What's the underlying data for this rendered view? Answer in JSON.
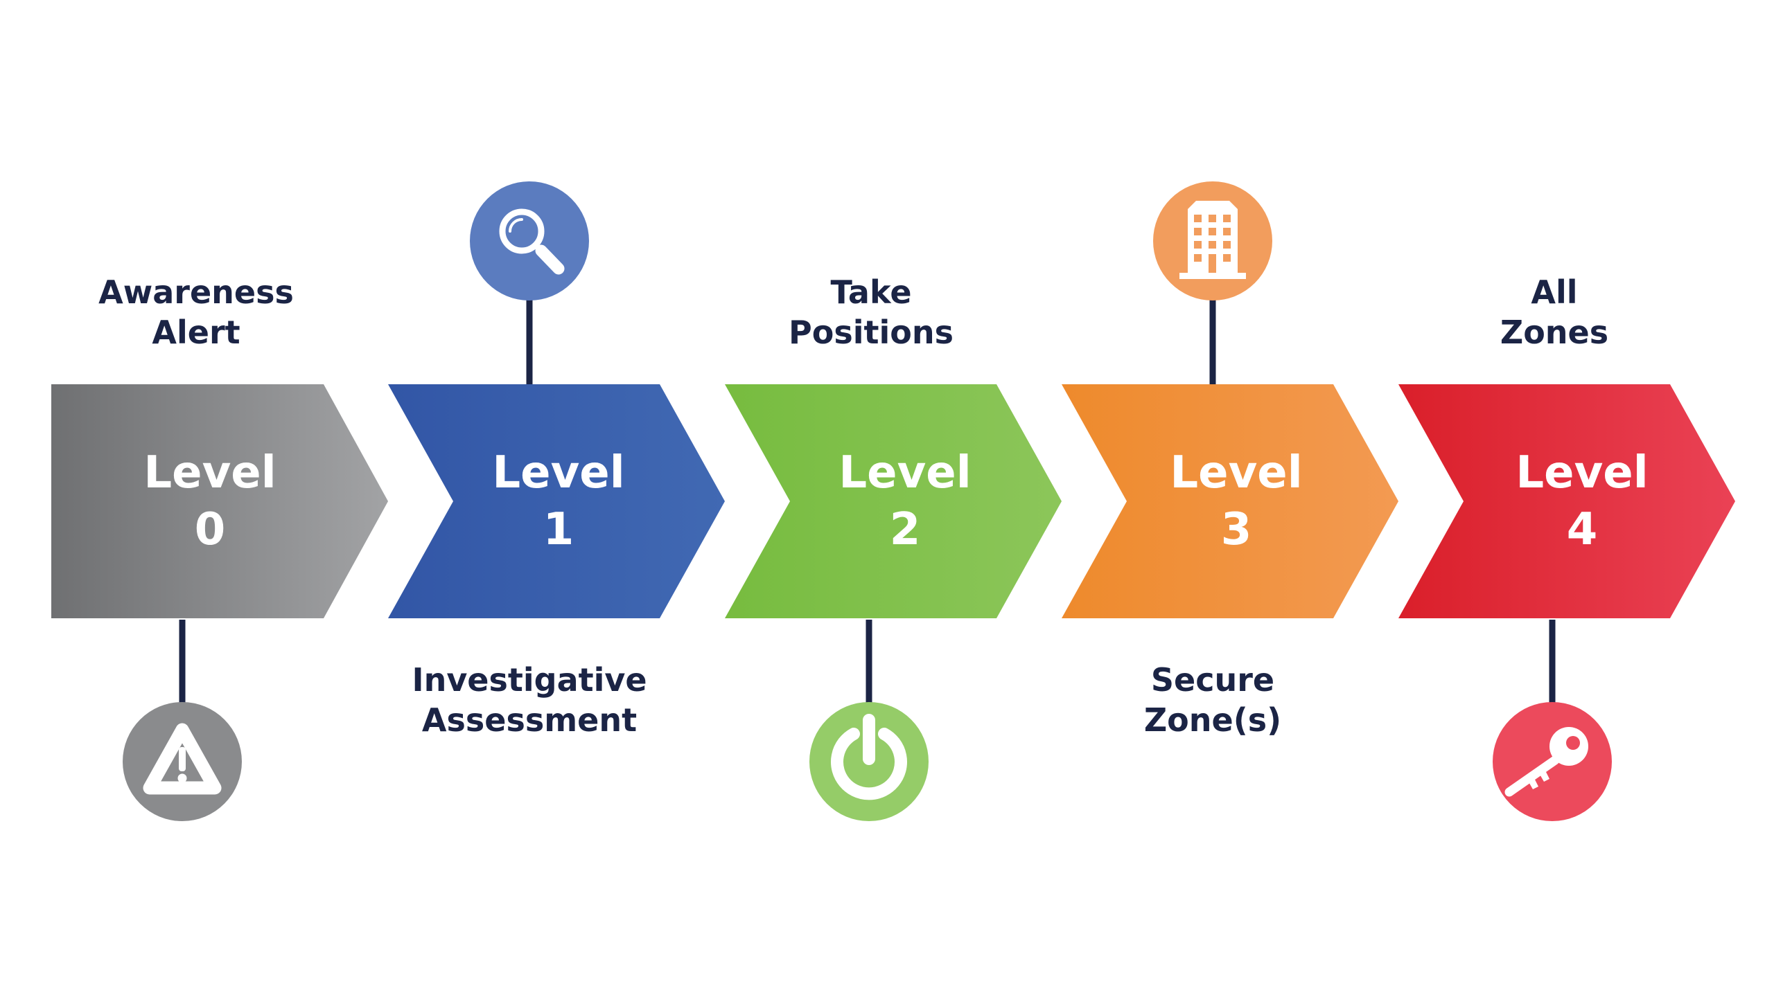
{
  "colors": {
    "connector": "#1b2445",
    "caption_text": "#1b2445",
    "level_text": "#ffffff",
    "icon_glyph": "#ffffff"
  },
  "levels": [
    {
      "id": "level-0",
      "title": "Level",
      "number": "0",
      "caption_line1": "Awareness",
      "caption_line2": "Alert",
      "caption_position": "top",
      "icon": "warning-icon",
      "icon_position": "bottom",
      "color_start": "#6f7072",
      "color_end": "#a2a3a5",
      "icon_color": "#8a8b8d"
    },
    {
      "id": "level-1",
      "title": "Level",
      "number": "1",
      "caption_line1": "Investigative",
      "caption_line2": "Assessment",
      "caption_position": "bottom",
      "icon": "magnifier-icon",
      "icon_position": "top",
      "color_start": "#3256a6",
      "color_end": "#4169b3",
      "icon_color": "#5b7cbf"
    },
    {
      "id": "level-2",
      "title": "Level",
      "number": "2",
      "caption_line1": "Take",
      "caption_line2": "Positions",
      "caption_position": "top",
      "icon": "power-icon",
      "icon_position": "bottom",
      "color_start": "#77bc3f",
      "color_end": "#8cc65a",
      "icon_color": "#95cc68"
    },
    {
      "id": "level-3",
      "title": "Level",
      "number": "3",
      "caption_line1": "Secure",
      "caption_line2": "Zone(s)",
      "caption_position": "bottom",
      "icon": "building-icon",
      "icon_position": "top",
      "color_start": "#ee8a2c",
      "color_end": "#f39a52",
      "icon_color": "#f29d5d"
    },
    {
      "id": "level-4",
      "title": "Level",
      "number": "4",
      "caption_line1": "All",
      "caption_line2": "Zones",
      "caption_position": "top",
      "icon": "key-icon",
      "icon_position": "bottom",
      "color_start": "#da1f2a",
      "color_end": "#ea4255",
      "icon_color": "#ec4a5c"
    }
  ]
}
